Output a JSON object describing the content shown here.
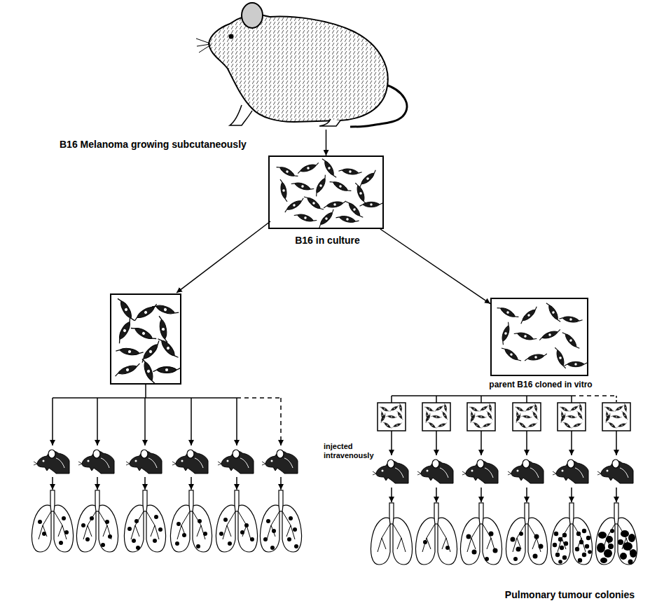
{
  "diagram": {
    "nodes": [
      {
        "text": [
          "B16 Melanoma growing subcutaneously"
        ]
      },
      {
        "text": [
          "B16 in culture"
        ]
      },
      {
        "text": [
          "parent B16 cloned in vitro"
        ]
      }
    ],
    "edges": [
      {
        "from": 0,
        "to": 1,
        "arrow": "to"
      },
      {
        "from": 1,
        "to": 2,
        "arrow": "to"
      }
    ],
    "labels": [
      "injected intravenously",
      "Pulmonary tumour colonies"
    ]
  }
}
